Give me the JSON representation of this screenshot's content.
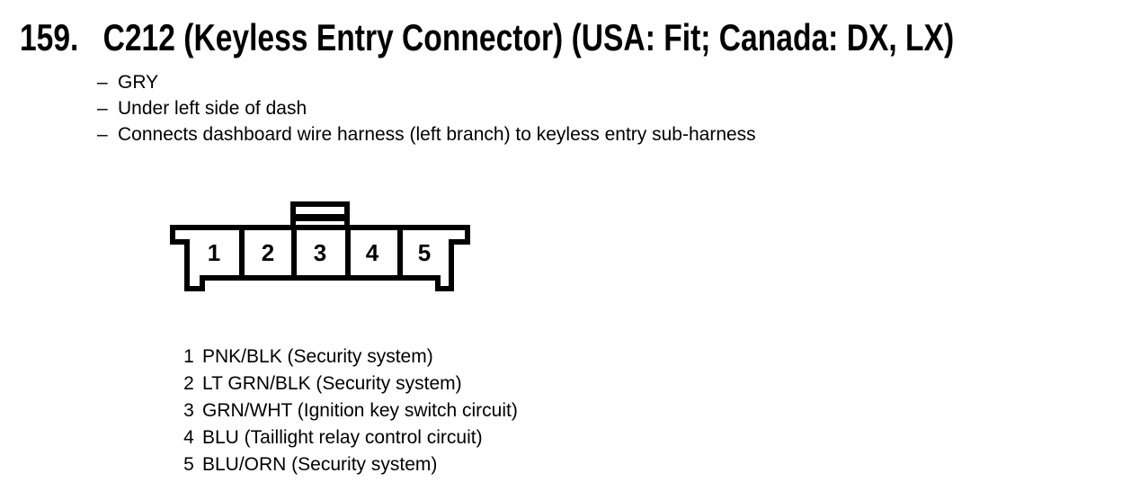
{
  "page": {
    "background": "#ffffff",
    "ink": "#000000"
  },
  "heading": {
    "index": "159.",
    "title": "C212 (Keyless Entry Connector) (USA: Fit; Canada: DX, LX)"
  },
  "notes": {
    "dash": "–",
    "items": [
      "GRY",
      "Under left side of dash",
      "Connects dashboard wire harness (left branch) to keyless entry sub-harness"
    ]
  },
  "connector_diagram": {
    "cavities": [
      "1",
      "2",
      "3",
      "4",
      "5"
    ]
  },
  "pin_list": [
    {
      "num": "1",
      "label": "PNK/BLK (Security system)"
    },
    {
      "num": "2",
      "label": "LT GRN/BLK (Security system)"
    },
    {
      "num": "3",
      "label": "GRN/WHT (Ignition key switch circuit)"
    },
    {
      "num": "4",
      "label": "BLU (Taillight relay control circuit)"
    },
    {
      "num": "5",
      "label": "BLU/ORN (Security system)"
    }
  ]
}
